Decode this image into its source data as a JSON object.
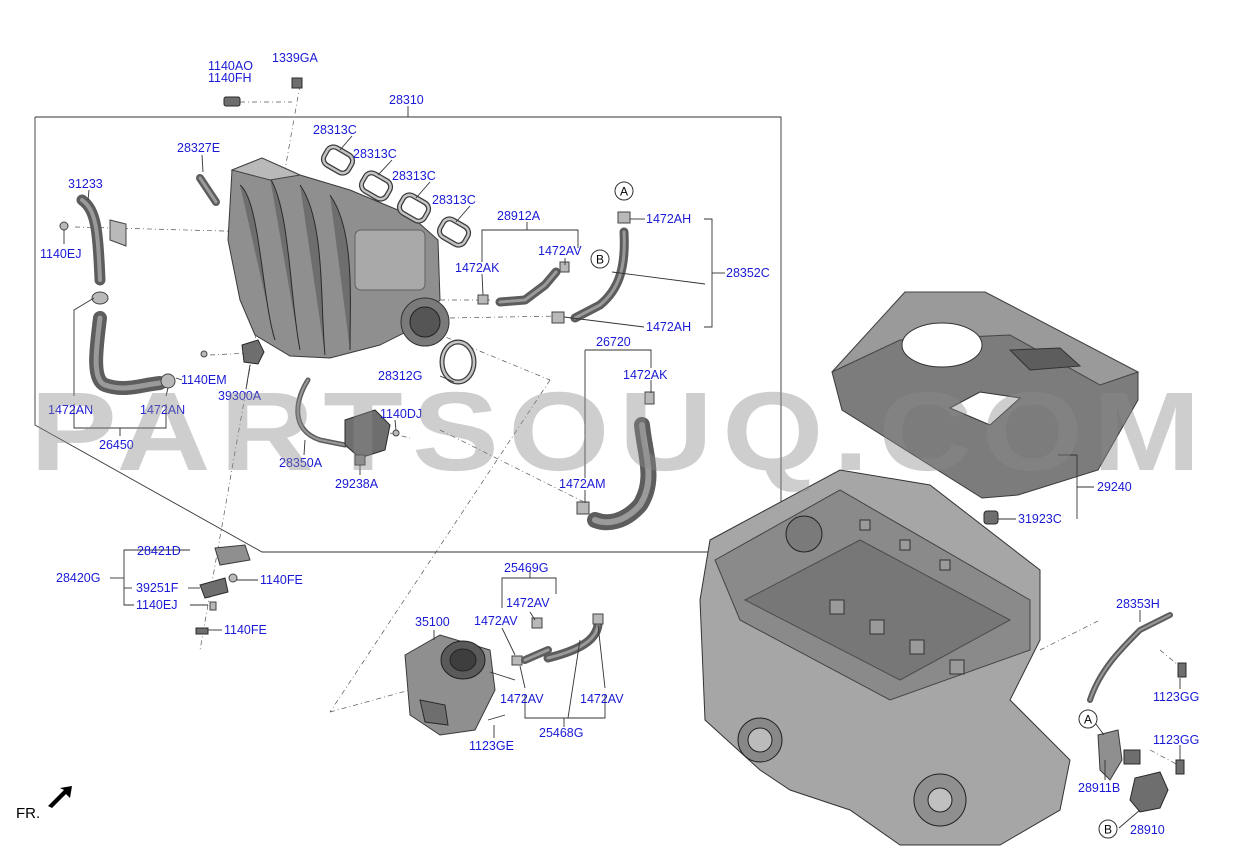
{
  "watermark": "PARTSOUQ.COM",
  "direction_label": "FR.",
  "callouts": {
    "a": "A",
    "b": "B"
  },
  "labels": {
    "l1140AO": "1140AO",
    "l1140FH": "1140FH",
    "l1339GA": "1339GA",
    "l28310": "28310",
    "l28313C_1": "28313C",
    "l28313C_2": "28313C",
    "l28313C_3": "28313C",
    "l28313C_4": "28313C",
    "l28327E": "28327E",
    "l31233": "31233",
    "l1140EJ_1": "1140EJ",
    "l28912A": "28912A",
    "l1472AV_1": "1472AV",
    "l1472AK_1": "1472AK",
    "l1472AH_1": "1472AH",
    "l28352C": "28352C",
    "l1472AH_2": "1472AH",
    "l26720": "26720",
    "l1472AK_2": "1472AK",
    "l1140EM": "1140EM",
    "l39300A": "39300A",
    "l28312G": "28312G",
    "l1472AN_1": "1472AN",
    "l1472AN_2": "1472AN",
    "l26450": "26450",
    "l1140DJ": "1140DJ",
    "l28350A": "28350A",
    "l29238A": "29238A",
    "l1472AM": "1472AM",
    "l29240": "29240",
    "l31923C": "31923C",
    "l28421D": "28421D",
    "l28420G": "28420G",
    "l39251F": "39251F",
    "l1140FE_1": "1140FE",
    "l1140EJ_2": "1140EJ",
    "l1140FE_2": "1140FE",
    "l25469G": "25469G",
    "l1472AV_2": "1472AV",
    "l1472AV_3": "1472AV",
    "l35100": "35100",
    "l1472AV_4": "1472AV",
    "l1472AV_5": "1472AV",
    "l25468G": "25468G",
    "l1123GE": "1123GE",
    "l28353H": "28353H",
    "l1123GG_1": "1123GG",
    "l1123GG_2": "1123GG",
    "l28911B": "28911B",
    "l28910": "28910"
  }
}
